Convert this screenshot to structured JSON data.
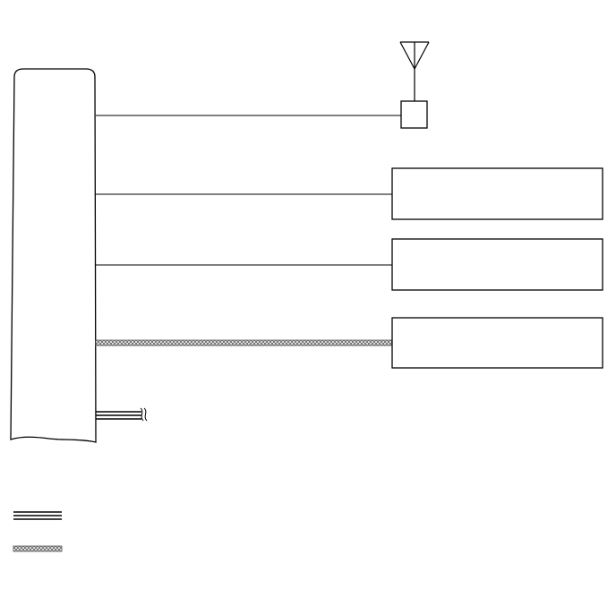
{
  "diagram": {
    "colors": {
      "stroke": "#000000",
      "background": "#ffffff",
      "hatch": "#777777"
    },
    "components": [
      {
        "id": "main-unit",
        "label": "",
        "kind": "controller"
      },
      {
        "id": "antenna",
        "label": "",
        "kind": "antenna"
      },
      {
        "id": "antenna-module",
        "label": "",
        "kind": "module"
      },
      {
        "id": "box-1",
        "label": "",
        "kind": "unit"
      },
      {
        "id": "box-2",
        "label": "",
        "kind": "unit"
      },
      {
        "id": "box-3",
        "label": "",
        "kind": "unit"
      }
    ],
    "connections": [
      {
        "from": "main-unit",
        "to": "antenna-module",
        "style": "single"
      },
      {
        "from": "main-unit",
        "to": "box-1",
        "style": "single"
      },
      {
        "from": "main-unit",
        "to": "box-2",
        "style": "single"
      },
      {
        "from": "main-unit",
        "to": "box-3",
        "style": "shielded"
      },
      {
        "from": "main-unit",
        "to": "",
        "style": "double-bus",
        "continues": true
      }
    ],
    "legend": [
      {
        "style": "double-bus",
        "label": ""
      },
      {
        "style": "shielded",
        "label": ""
      }
    ]
  }
}
